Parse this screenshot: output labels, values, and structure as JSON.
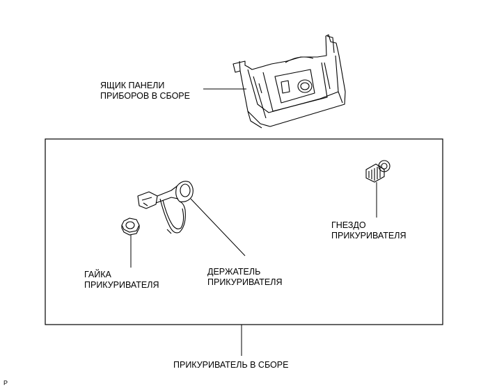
{
  "labels": {
    "panel_box": [
      "ЯЩИК ПАНЕЛИ",
      "ПРИБОРОВ В СБОРЕ"
    ],
    "lighter_nut": [
      "ГАЙКА",
      "ПРИКУРИВАТЕЛЯ"
    ],
    "lighter_holder": [
      "ДЕРЖАТЕЛЬ",
      "ПРИКУРИВАТЕЛЯ"
    ],
    "lighter_socket": [
      "ГНЕЗДО",
      "ПРИКУРИВАТЕЛЯ"
    ],
    "assembly": "ПРИКУРИВАТЕЛЬ В СБОРЕ",
    "corner_mark": "P"
  }
}
